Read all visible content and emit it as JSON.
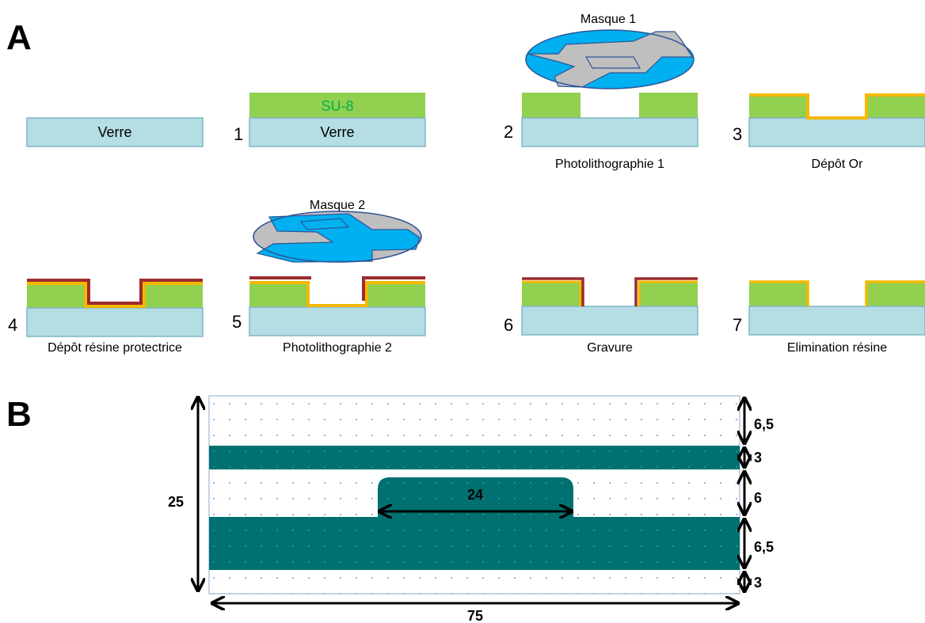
{
  "panel_a": {
    "letter": "A",
    "base_label": "Verre",
    "su8_label": "SU-8",
    "steps": [
      {
        "num": "1",
        "substrate_label": "Verre",
        "caption": ""
      },
      {
        "num": "2",
        "caption": "Photolithographie 1"
      },
      {
        "num": "3",
        "caption": "Dépôt Or"
      },
      {
        "num": "4",
        "caption": "Dépôt résine protectrice"
      },
      {
        "num": "5",
        "caption": "Photolithographie 2"
      },
      {
        "num": "6",
        "caption": "Gravure"
      },
      {
        "num": "7",
        "caption": "Elimination résine"
      }
    ],
    "masks": [
      {
        "title": "Masque 1"
      },
      {
        "title": "Masque 2"
      }
    ]
  },
  "panel_b": {
    "letter": "B",
    "dimensions": {
      "height_total": "25",
      "width_total": "75",
      "center_width": "24",
      "top_margin": "6,5",
      "upper_strip": "3",
      "gap": "6",
      "lower_block": "6,5",
      "bottom_margin": "3"
    }
  },
  "colors": {
    "glass": "#b4dde4",
    "glass_stroke": "#7fb6c4",
    "su8": "#92d050",
    "gold": "#f5b800",
    "resist": "#9b2c2c",
    "mask_blue": "#00b0f0",
    "mask_grey": "#bfbfbf",
    "mask_stroke": "#2f5597",
    "electrode": "#007070"
  }
}
